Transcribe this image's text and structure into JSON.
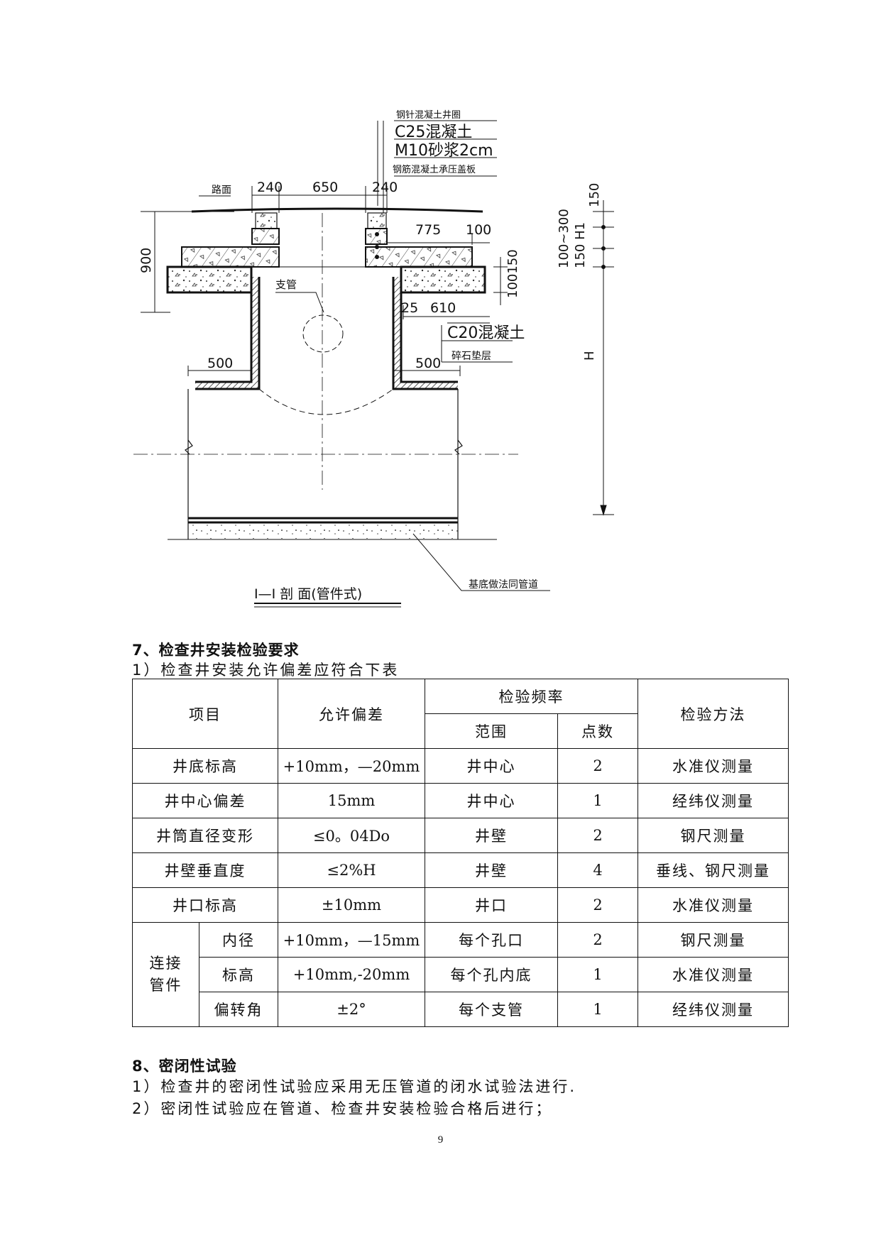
{
  "drawing": {
    "callouts": [
      "钢针混凝土井圈",
      "C25混凝土",
      "M10砂浆2cm",
      "钢筋混凝土承压盖板"
    ],
    "road_label": "路面",
    "dim_top": [
      "240",
      "650",
      "240"
    ],
    "dim_height": "900",
    "dim_right": [
      "775",
      "100"
    ],
    "dim_side": "100150",
    "branch_label": "支管",
    "dim_base": [
      "25",
      "610"
    ],
    "c20_label": "C20混凝土",
    "gravel_label": "碎石垫层",
    "dim_bottom": [
      "500",
      "500"
    ],
    "foundation_label": "基底做法同管道",
    "section_title": "I—I 剖 面(管件式)",
    "elev_dims": [
      "150",
      "100~300",
      "150 H1",
      "H"
    ]
  },
  "section7": {
    "heading": "7、检查井安装检验要求",
    "intro": "1）检查井安装允许偏差应符合下表"
  },
  "table": {
    "headers": {
      "item": "项目",
      "tolerance": "允许偏差",
      "frequency": "检验频率",
      "scope": "范围",
      "points": "点数",
      "method": "检验方法"
    },
    "rows": [
      {
        "item": "井底标高",
        "tolerance": "+10mm，—20mm",
        "scope": "井中心",
        "points": "2",
        "method": "水准仪测量"
      },
      {
        "item": "井中心偏差",
        "tolerance": "15mm",
        "scope": "井中心",
        "points": "1",
        "method": "经纬仪测量"
      },
      {
        "item": "井筒直径变形",
        "tolerance": "≤0。04Do",
        "scope": "井壁",
        "points": "2",
        "method": "钢尺测量"
      },
      {
        "item": "井壁垂直度",
        "tolerance": "≤2%H",
        "scope": "井壁",
        "points": "4",
        "method": "垂线、钢尺测量"
      },
      {
        "item": "井口标高",
        "tolerance": "±10mm",
        "scope": "井口",
        "points": "2",
        "method": "水准仪测量"
      }
    ],
    "group_label": "连接管件",
    "group_rows": [
      {
        "sub": "内径",
        "tolerance": "+10mm，—15mm",
        "scope": "每个孔口",
        "points": "2",
        "method": "钢尺测量"
      },
      {
        "sub": "标高",
        "tolerance": "+10mm,-20mm",
        "scope": "每个孔内底",
        "points": "1",
        "method": "水准仪测量"
      },
      {
        "sub": "偏转角",
        "tolerance": "±2°",
        "scope": "每个支管",
        "points": "1",
        "method": "经纬仪测量"
      }
    ]
  },
  "section8": {
    "heading": "8、密闭性试验",
    "p1": "1）检查井的密闭性试验应采用无压管道的闭水试验法进行.",
    "p2": "2）密闭性试验应在管道、检查井安装检验合格后进行；"
  },
  "page_number": "9"
}
